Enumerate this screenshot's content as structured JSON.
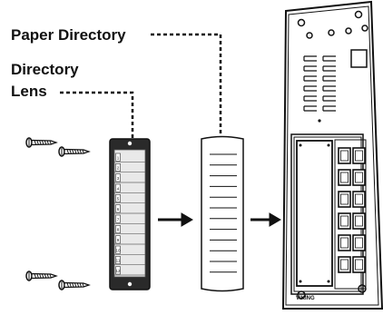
{
  "labels": {
    "paper_directory": "Paper Directory",
    "directory_lens_line1": "Directory",
    "directory_lens_line2": "Lens"
  },
  "panel": {
    "brand": "VIKING"
  },
  "lens": {
    "slot_numbers": [
      "1",
      "2",
      "3",
      "4",
      "5",
      "6",
      "7",
      "8",
      "9",
      "10",
      "11",
      "12"
    ]
  },
  "colors": {
    "ink": "#111111",
    "lens_frame": "#2a2a2a",
    "lens_slot": "#e9e9e9"
  }
}
